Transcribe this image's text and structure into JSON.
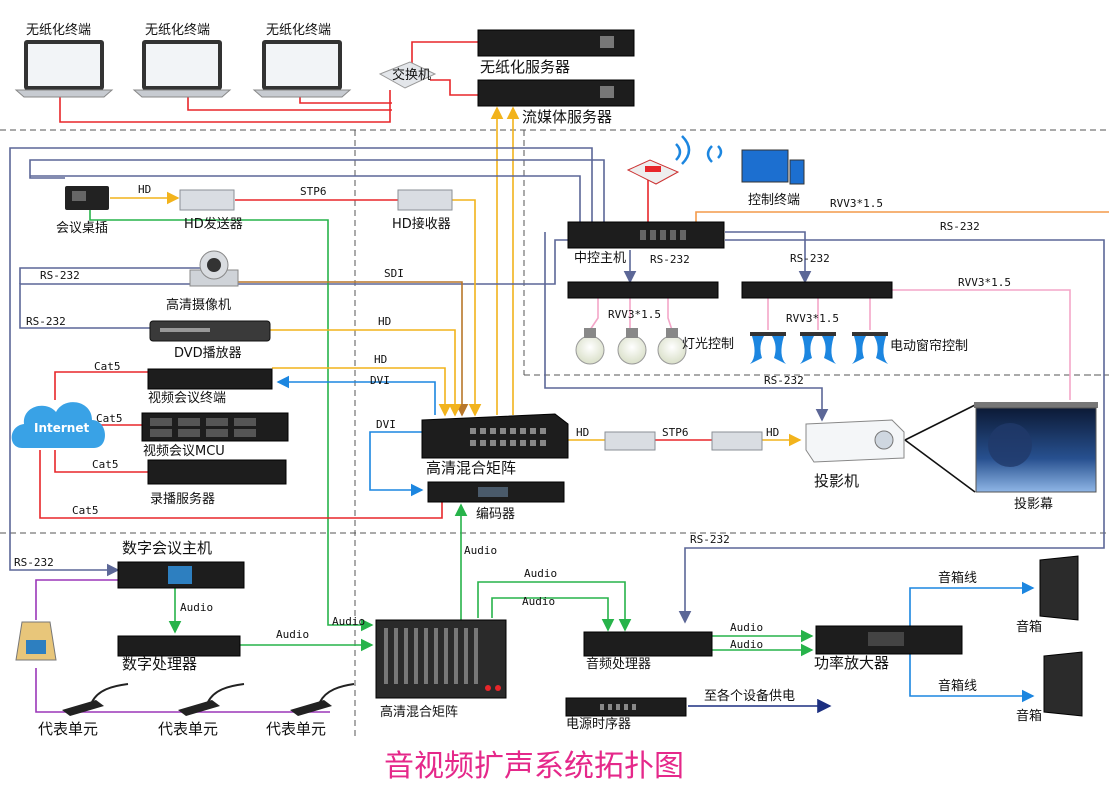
{
  "title": "音视频扩声系统拓扑图",
  "colors": {
    "red": "#e8262a",
    "yellow": "#f2b31c",
    "green": "#27b34a",
    "blue": "#1c86e0",
    "slate": "#5c6797",
    "orange": "#f39a4a",
    "pink": "#f3a6c8",
    "purple": "#9b37b9",
    "navy": "#1c2f80",
    "brown": "#b8772a",
    "title": "#e5288a"
  },
  "devices": {
    "terminal_1": "无纸化终端",
    "terminal_2": "无纸化终端",
    "terminal_3": "无纸化终端",
    "switch": "交换机",
    "paperless_server": "无纸化服务器",
    "streaming_server": "流媒体服务器",
    "desk_socket": "会议桌插",
    "hd_sender": "HD发送器",
    "hd_receiver": "HD接收器",
    "hd_camera": "高清摄像机",
    "dvd_player": "DVD播放器",
    "video_conf_terminal": "视频会议终端",
    "internet": "Internet",
    "video_conf_mcu": "视频会议MCU",
    "recording_server": "录播服务器",
    "hd_matrix": "高清混合矩阵",
    "encoder": "编码器",
    "control_host": "中控主机",
    "control_terminal": "控制终端",
    "light_control": "灯光控制",
    "curtain_control": "电动窗帘控制",
    "projector": "投影机",
    "projector_screen": "投影幕",
    "digital_conf_host": "数字会议主机",
    "digital_processor": "数字处理器",
    "mixer": "高清混合矩阵",
    "audio_processor": "音频处理器",
    "power_amp": "功率放大器",
    "speaker_1": "音箱",
    "speaker_2": "音箱",
    "power_sequencer": "电源时序器",
    "delegate_1": "代表单元",
    "delegate_2": "代表单元",
    "delegate_3": "代表单元"
  },
  "signals": {
    "hd_1": "HD",
    "stp6_1": "STP6",
    "rs232_camera": "RS-232",
    "sdi": "SDI",
    "rs232_dvd": "RS-232",
    "hd_dvd": "HD",
    "hd_vct": "HD",
    "dvi_1": "DVI",
    "cat5_1": "Cat5",
    "cat5_2": "Cat5",
    "cat5_3": "Cat5",
    "cat5_4": "Cat5",
    "dvi_2": "DVI",
    "hd_proj_1": "HD",
    "stp6_2": "STP6",
    "hd_proj_2": "HD",
    "rs232_ctrl": "RS-232",
    "rs232_ctrl2": "RS-232",
    "rvv_top": "RVV3*1.5",
    "rs232_top": "RS-232",
    "rvv_right": "RVV3*1.5",
    "rvv_light": "RVV3*1.5",
    "rvv_curtain": "RVV3*1.5",
    "rs232_proj": "RS-232",
    "rs232_conf": "RS-232",
    "audio_enc": "Audio",
    "audio_dp": "Audio",
    "audio_dp_mix": "Audio",
    "audio_mix_in": "Audio",
    "audio_mix_ap1": "Audio",
    "audio_mix_ap2": "Audio",
    "audio_ap_amp1": "Audio",
    "audio_ap_amp2": "Audio",
    "rs232_ap": "RS-232",
    "spk_line_1": "音箱线",
    "spk_line_2": "音箱线",
    "power_out": "至各个设备供电"
  }
}
